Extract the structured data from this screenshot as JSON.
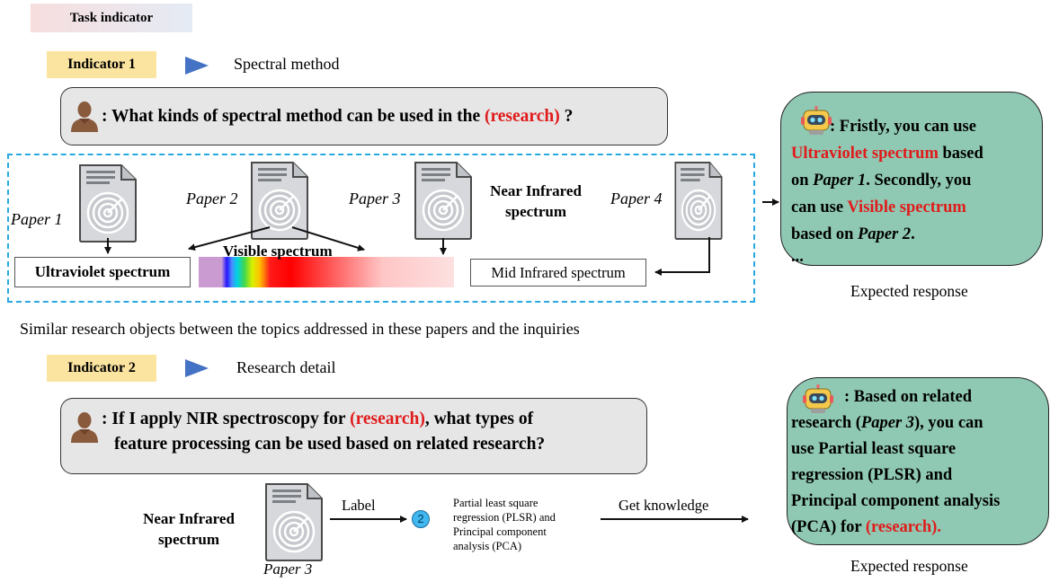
{
  "task_indicator": "Task indicator",
  "indicator1": {
    "label": "Indicator 1",
    "title": "Spectral method",
    "question_prefix": ": What kinds of spectral method can be used in the ",
    "question_highlight": "(research)",
    "question_suffix": " ?",
    "papers": [
      "Paper 1",
      "Paper 2",
      "Paper 3",
      "Paper 4"
    ],
    "near_ir_line1": "Near Infrared",
    "near_ir_line2": "spectrum",
    "uv_box": "Ultraviolet spectrum",
    "visible_label": "Visible spectrum",
    "mid_ir_box": "Mid Infrared spectrum",
    "response": {
      "part1": ": Fristly, you can use",
      "red1": "Ultraviolet spectrum",
      "part2": " based",
      "part3": "on ",
      "paper1": "Paper 1",
      "part4": ". Secondly, you",
      "part5": "can use ",
      "red2": "Visible spectrum",
      "part6": "based on ",
      "paper2": "Paper 2",
      "part7": ".",
      "ellipsis": "..."
    },
    "expected": "Expected response"
  },
  "similar_caption": "Similar research objects between the topics addressed in these papers and the inquiries",
  "indicator2": {
    "label": "Indicator 2",
    "title": "Research detail",
    "question_line1_prefix": ": If I apply NIR spectroscopy for ",
    "question_highlight": "(research)",
    "question_line1_suffix": ", what types of",
    "question_line2": "feature processing can be used based on related research?",
    "near_ir_line1": "Near Infrared",
    "near_ir_line2": "spectrum",
    "paper": "Paper 3",
    "label_text": "Label",
    "number": "2",
    "methods": [
      "Partial least square",
      "regression (PLSR) and",
      "Principal component",
      "analysis (PCA)"
    ],
    "get_knowledge": "Get knowledge",
    "response": {
      "line1": ": Based on related",
      "line2_a": "research (",
      "line2_paper": "Paper 3",
      "line2_b": "), you can",
      "line3": "use Partial least square",
      "line4": "regression (PLSR) and",
      "line5": "Principal component analysis",
      "line6_a": "(PCA) for ",
      "line6_red": "(research)."
    },
    "expected": "Expected response"
  },
  "colors": {
    "accent_blue": "#4472c4",
    "indicator_fill": "#fbe3a0",
    "question_fill": "#e6e6e6",
    "response_fill": "#8fc9b3",
    "highlight_red": "#e01b1b",
    "dashed_border": "#29a8e0"
  },
  "icons": [
    "user-avatar-icon",
    "robot-icon",
    "document-icon",
    "arrow-icon"
  ]
}
